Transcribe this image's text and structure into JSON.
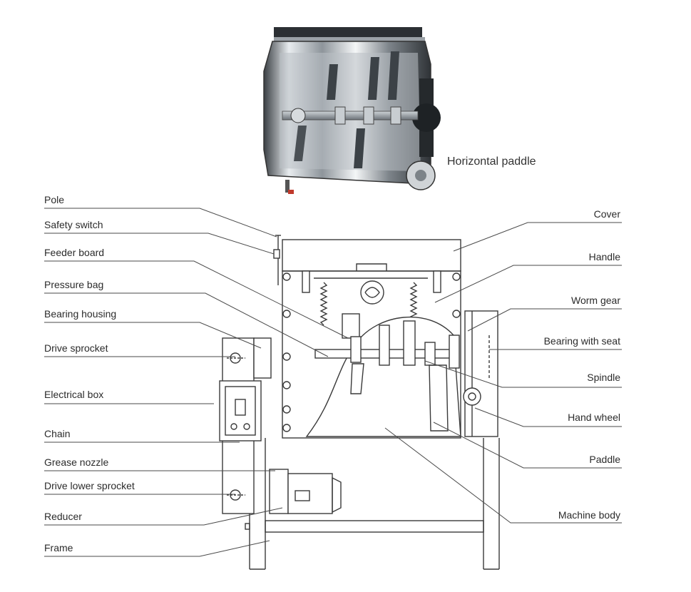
{
  "photo": {
    "caption": "Horizontal paddle"
  },
  "labels_left": [
    "Pole",
    "Safety switch",
    "Feeder board",
    "Pressure bag",
    "Bearing housing",
    "Drive sprocket",
    "Electrical box",
    "Chain",
    "Grease nozzle",
    "Drive lower sprocket",
    "Reducer",
    "Frame"
  ],
  "labels_right": [
    "Cover",
    "Handle",
    "Worm gear",
    "Bearing with seat",
    "Spindle",
    "Hand wheel",
    "Paddle",
    "Machine body"
  ],
  "colors": {
    "line": "#4a4a4a",
    "text": "#2b2b2b",
    "steel": "#9aa0a6",
    "dark": "#2f3337"
  }
}
